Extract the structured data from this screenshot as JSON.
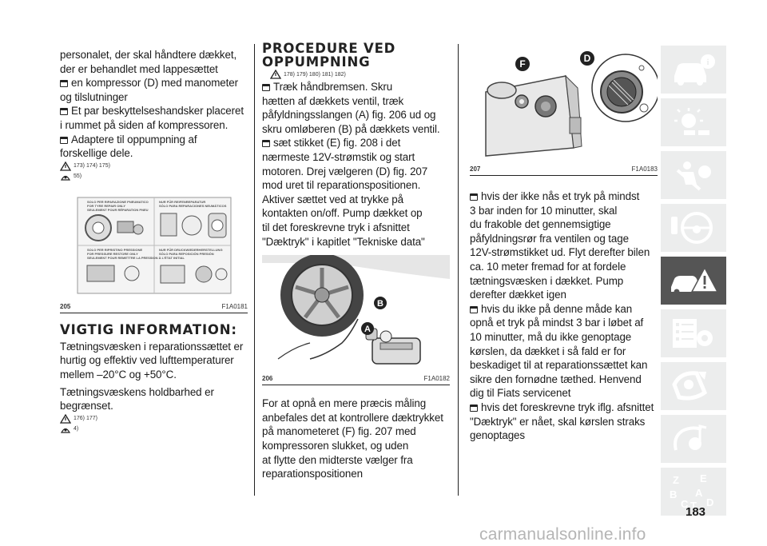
{
  "col1": {
    "intro_lines": [
      "personalet, der skal håndtere dækket,",
      "der er behandlet med lappesættet"
    ],
    "bullets": [
      [
        "en kompressor (D) med manometer",
        "og tilslutninger"
      ],
      [
        "Et par beskyttelseshandsker placeret",
        "i rummet på siden af kompressoren."
      ],
      [
        "Adaptere til oppumpning af",
        "forskellige dele."
      ]
    ],
    "warn1": "173)  174)  175)",
    "warn2": "55)",
    "fig_num": "205",
    "fig_code": "F1A0181",
    "label_lines": [
      "SOLO PER RIPARAZIONE PNEUMATICO",
      "FOR TYRE REPAIR ONLY",
      "SEULEMENT POUR RÉPARATION PNEU",
      "NUR FÜR REIFENREPARATUR",
      "SÓLO PARA REPARACIONES NEUMÁTICOS",
      "SOLO PER RIPRISTINO PRESSIONE",
      "FOR PRESSURE RESTORE ONLY",
      "SEULEMENT POUR REMETTRE LA PRESSION À L'ÉTAT INITIAL",
      "NUR FÜR DRUCKWIEDERHERSTELLUNG",
      "SÓLO PARA REPOSICIÓN PRESIÓN"
    ],
    "heading": "VIGTIG INFORMATION:",
    "para1": [
      "Tætningsvæsken i reparationssættet er",
      "hurtig og effektiv ved lufttemperaturer",
      "mellem –20°C og +50°C."
    ],
    "para2": [
      "Tætningsvæskens holdbarhed er",
      "begrænset."
    ],
    "warn3": "176)  177)",
    "warn4": "4)"
  },
  "col2": {
    "heading1": "PROCEDURE VED",
    "heading2": "OPPUMPNING",
    "warn": "178)  179)  180)  181)  182)",
    "bullet1": [
      "Træk håndbremsen. Skru",
      "hætten af dækkets ventil, træk",
      "påfyldningsslangen (A) fig. 206 ud og",
      "skru omløberen (B) på dækkets ventil."
    ],
    "bullet2": [
      "sæt stikket (E) fig. 208 i det",
      "nærmeste 12V-strømstik og start",
      "motoren. Drej vælgeren (D) fig. 207",
      "mod uret til reparationspositionen.",
      "Aktiver sættet ved at trykke på",
      "kontakten on/off. Pump dækket op",
      "til det foreskrevne tryk i afsnittet",
      "\"Dæktryk\" i kapitlet \"Tekniske data\""
    ],
    "fig_num": "206",
    "fig_code": "F1A0182",
    "callout_b": "B",
    "callout_a": "A",
    "para": [
      "For at opnå en mere præcis måling",
      "anbefales det at kontrollere dæktrykket",
      "på manometeret (F) fig. 207 med",
      "kompressoren slukket, og uden",
      "at flytte den midterste vælger fra",
      "reparationspositionen"
    ]
  },
  "col3": {
    "callout_f": "F",
    "callout_d": "D",
    "fig_num": "207",
    "fig_code": "F1A0183",
    "bullet1": [
      "hvis der ikke nås et tryk på mindst",
      "3 bar inden for 10 minutter, skal",
      "du frakoble det gennemsigtige",
      "påfyldningsrør fra ventilen og tage",
      "12V-strømstikket ud. Flyt derefter bilen",
      "ca. 10 meter fremad for at fordele",
      "tætningsvæsken i dækket. Pump",
      "derefter dækket igen"
    ],
    "bullet2": [
      "hvis du ikke på denne måde kan",
      "opnå et tryk på mindst 3 bar i løbet af",
      "10 minutter, må du ikke genoptage",
      "kørslen, da dækket i så fald er for",
      "beskadiget til at reparationssættet kan",
      "sikre den fornødne tæthed. Henvend",
      "dig til Fiats servicenet"
    ],
    "bullet3": [
      "hvis det foreskrevne tryk iflg. afsnittet",
      "\"Dæktryk\" er nået, skal kørslen straks",
      "genoptages"
    ]
  },
  "sidebar": {
    "tabs": [
      {
        "icon": "car-info-icon",
        "active": false
      },
      {
        "icon": "dashboard-lights-icon",
        "active": false
      },
      {
        "icon": "airbag-safety-icon",
        "active": false
      },
      {
        "icon": "steering-wheel-icon",
        "active": false
      },
      {
        "icon": "emergency-car-icon",
        "active": true
      },
      {
        "icon": "maintenance-icon",
        "active": false
      },
      {
        "icon": "technical-data-icon",
        "active": false
      },
      {
        "icon": "multimedia-icon",
        "active": false
      },
      {
        "icon": "index-icon",
        "active": false
      }
    ],
    "index_letters": [
      "Z",
      "E",
      "B",
      "A",
      "C",
      "T",
      "D"
    ]
  },
  "page_number": "183",
  "watermark": "carmanualsonline.info"
}
